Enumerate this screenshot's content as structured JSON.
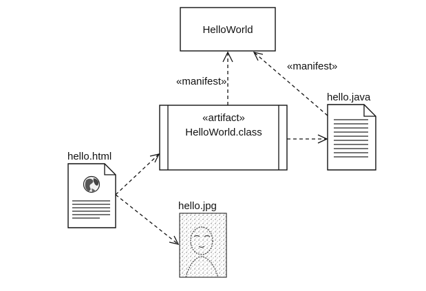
{
  "nodes": {
    "helloworld": {
      "label": "HelloWorld"
    },
    "artifact": {
      "stereotype": "«artifact»",
      "name": "HelloWorld.class"
    },
    "hello_java": {
      "label": "hello.java"
    },
    "hello_html": {
      "label": "hello.html"
    },
    "hello_jpg": {
      "label": "hello.jpg"
    }
  },
  "edges": {
    "manifest_left": {
      "label": "«manifest»"
    },
    "manifest_right": {
      "label": "«manifest»"
    }
  },
  "icons": {
    "document": "document-icon",
    "globe": "globe-icon",
    "photo": "photo-icon"
  }
}
